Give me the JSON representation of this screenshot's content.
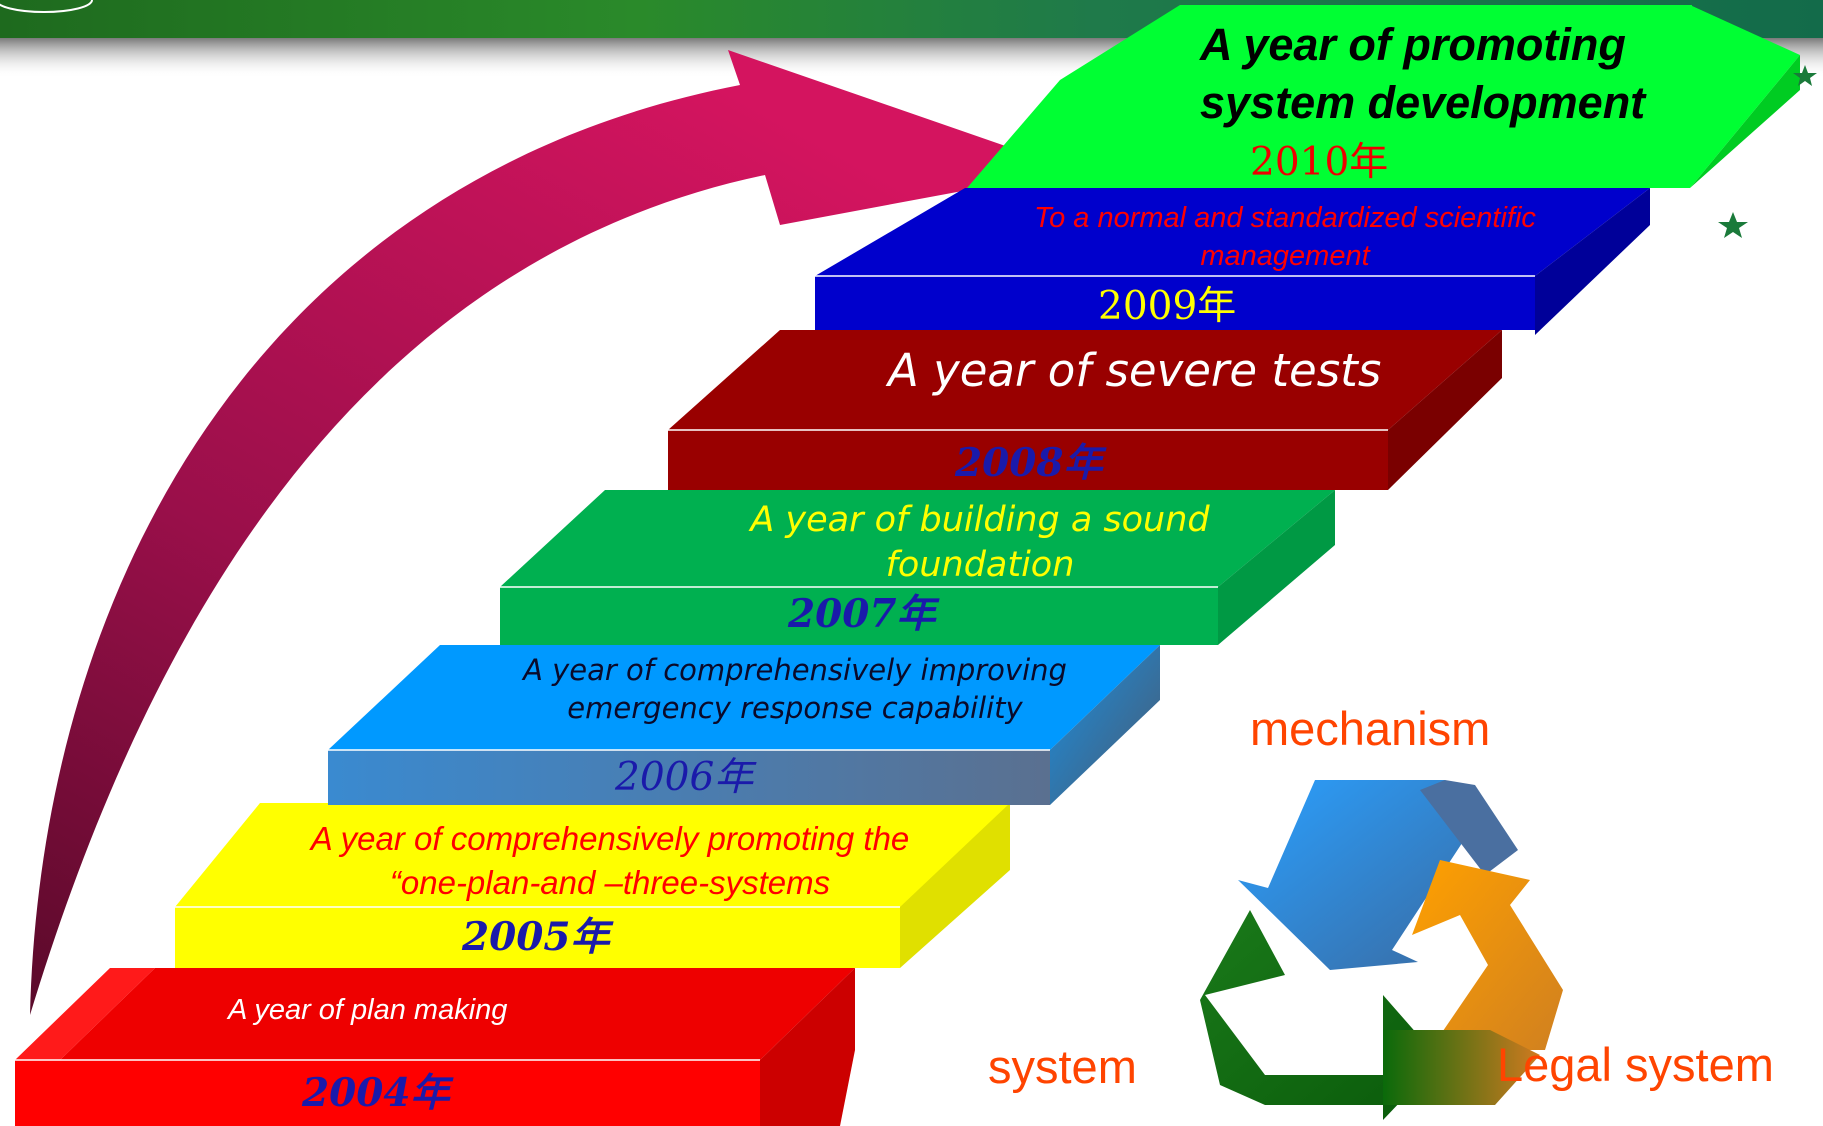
{
  "steps": [
    {
      "year": "2004年",
      "text": "A year of plan making"
    },
    {
      "year": "2005年",
      "text_line1": "A year of comprehensively promoting the",
      "text_line2": "“one-plan-and –three-systems"
    },
    {
      "year": "2006年",
      "text_line1": "A year of comprehensively improving",
      "text_line2": "emergency response capability"
    },
    {
      "year": "2007年",
      "text_line1": "A year of building a sound",
      "text_line2": "foundation"
    },
    {
      "year": "2008年",
      "text": "A year of severe tests"
    },
    {
      "year": "2009年",
      "text_line1": "To a normal and standardized scientific",
      "text_line2": "management"
    },
    {
      "year": "2010年",
      "text_line1": "A year of promoting",
      "text_line2": "system development"
    }
  ],
  "cycle": {
    "label_top": "mechanism",
    "label_left": "system",
    "label_right": "Legal system"
  },
  "colors": {
    "step_2004": "#ff0000",
    "step_2005": "#ffff00",
    "step_2006": "#0099ff",
    "step_2007": "#00b050",
    "step_2008": "#990000",
    "step_2009": "#0000cc",
    "step_2010": "#00ff33",
    "arrow": "#cc1166",
    "cycle_label": "#ff4400"
  }
}
